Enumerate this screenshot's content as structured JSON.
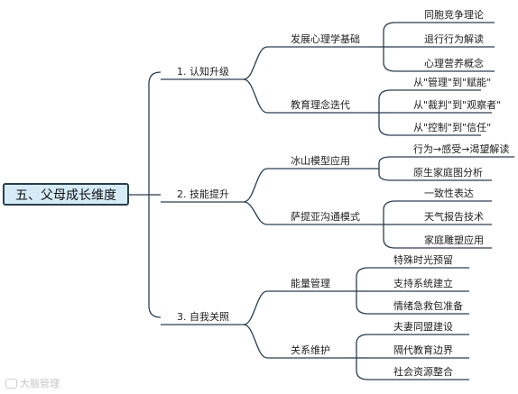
{
  "diagram": {
    "root": "五、父母成长维度",
    "branches": [
      {
        "label": "1. 认知升级",
        "children": [
          {
            "label": "发展心理学基础",
            "children": [
              "同胞竞争理论",
              "退行行为解读",
              "心理营养概念"
            ]
          },
          {
            "label": "教育理念迭代",
            "children": [
              "从\"管理\"到\"赋能\"",
              "从\"裁判\"到\"观察者\"",
              "从\"控制\"到\"信任\""
            ]
          }
        ]
      },
      {
        "label": "2. 技能提升",
        "children": [
          {
            "label": "冰山模型应用",
            "children": [
              "行为→感受→渴望解读",
              "原生家庭图分析"
            ]
          },
          {
            "label": "萨提亚沟通模式",
            "children": [
              "一致性表达",
              "天气报告技术",
              "家庭雕塑应用"
            ]
          }
        ]
      },
      {
        "label": "3. 自我关照",
        "children": [
          {
            "label": "能量管理",
            "children": [
              "特殊时光预留",
              "支持系统建立",
              "情绪急救包准备"
            ]
          },
          {
            "label": "关系维护",
            "children": [
              "夫妻同盟建设",
              "隔代教育边界",
              "社会资源整合"
            ]
          }
        ]
      }
    ]
  },
  "watermark": "大脑管理",
  "colors": {
    "line": "#2c3e50",
    "root_fill": "#d5ecf8",
    "watermark": "#c8c8c8"
  }
}
